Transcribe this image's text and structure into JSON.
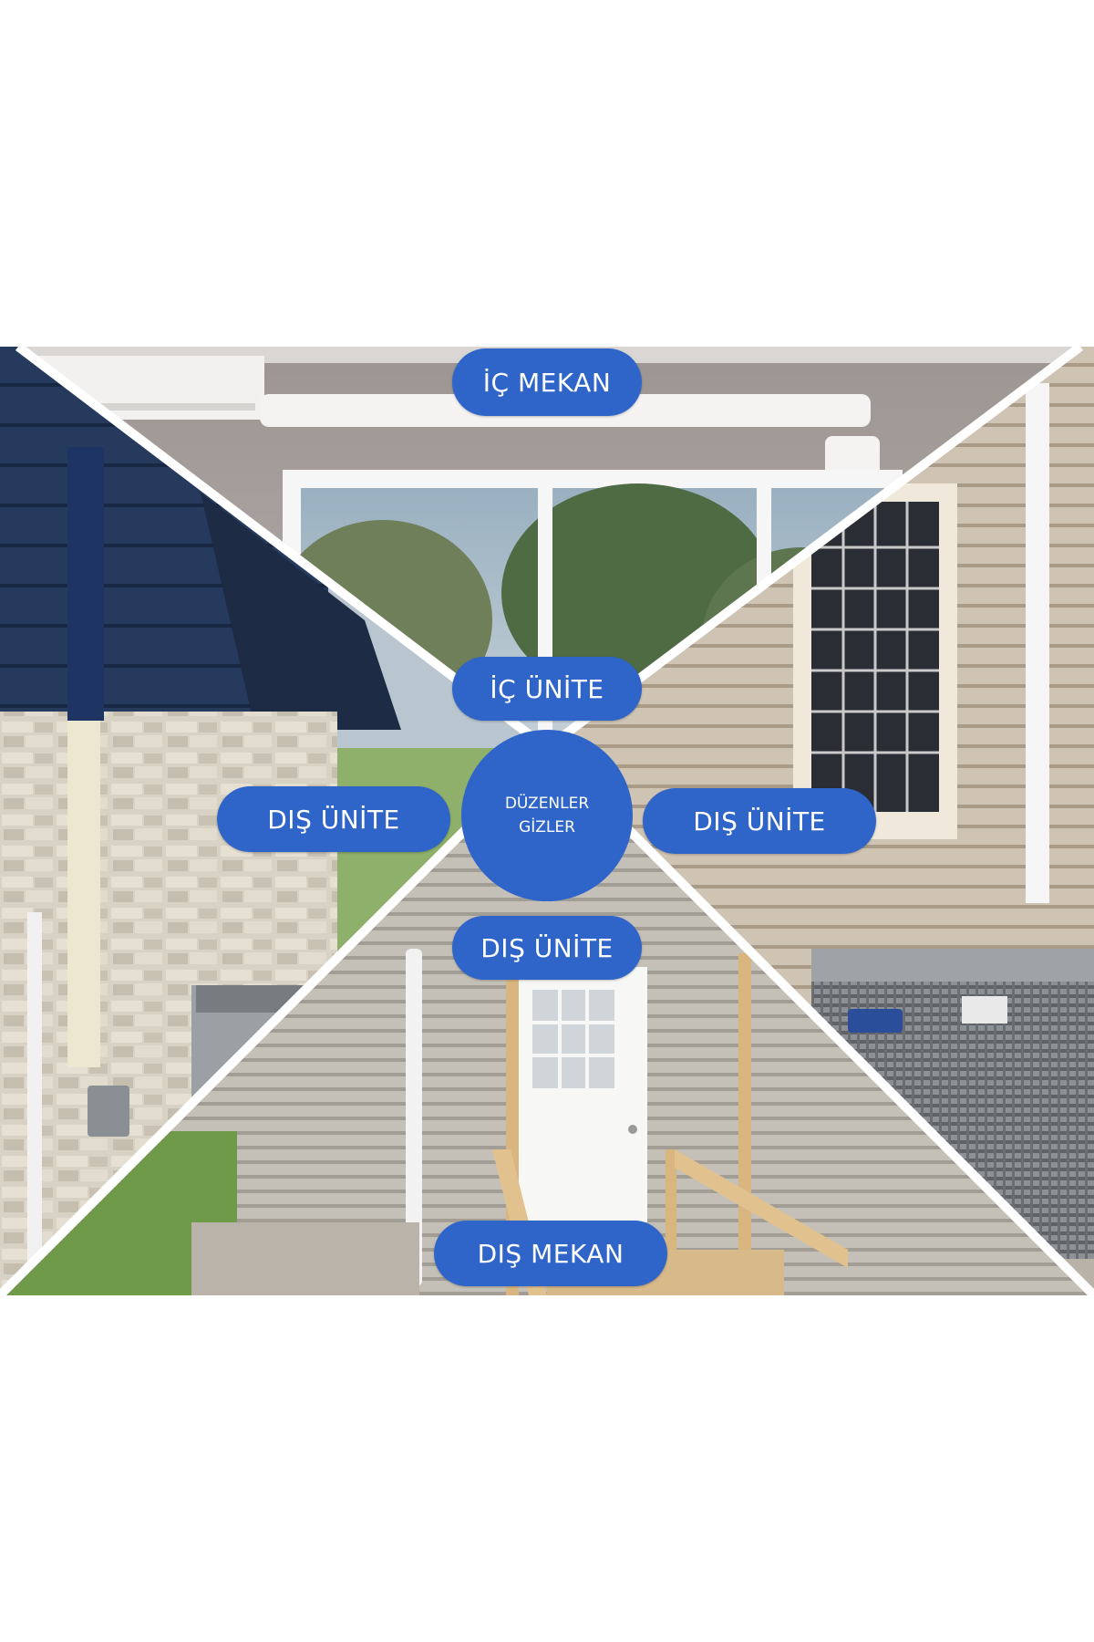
{
  "labels": {
    "indoor_space": "İÇ MEKAN",
    "indoor_unit": "İÇ ÜNİTE",
    "outdoor_unit_left": "DIŞ ÜNİTE",
    "outdoor_unit_right": "DIŞ ÜNİTE",
    "outdoor_unit_bottom": "DIŞ ÜNİTE",
    "outdoor_space": "DIŞ MEKAN"
  },
  "center": {
    "line1": "DÜZENLER",
    "line2": "GİZLER"
  },
  "colors": {
    "accent": "#2f65c9",
    "text": "#ffffff",
    "background": "#ffffff"
  },
  "panels": {
    "top": "indoor-room-window-duct",
    "left": "navy-house-stone-wall-duct",
    "right": "beige-siding-house-ac-unit",
    "bottom": "beige-shed-door-ramp"
  }
}
